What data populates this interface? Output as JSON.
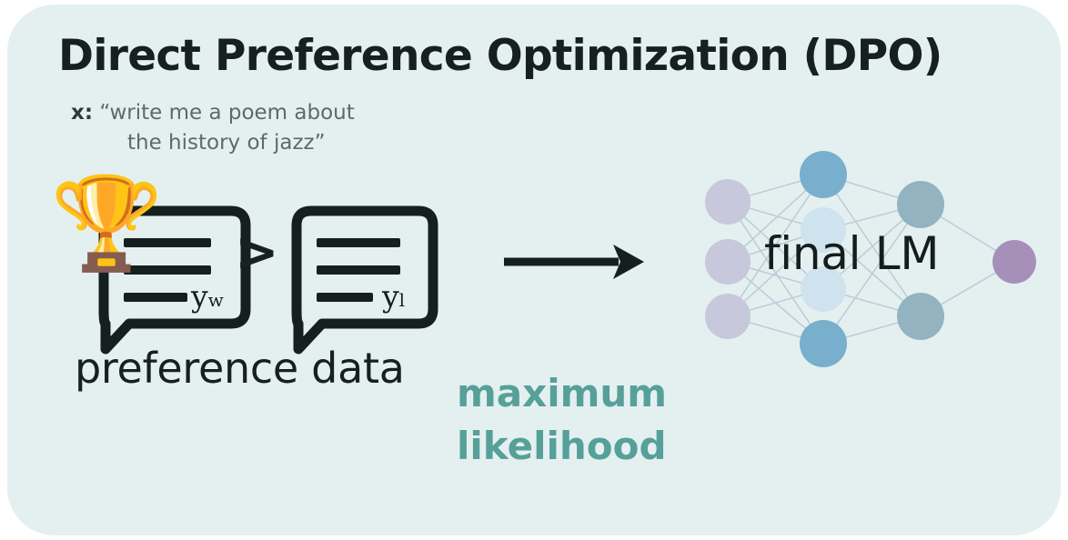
{
  "page": {
    "background": "#ffffff",
    "card_background": "#e4f0f0"
  },
  "header": {
    "title": "Direct Preference Optimization (DPO)"
  },
  "prompt": {
    "variable_label": "x:",
    "text_line1": "“write me a poem about",
    "text_line2": "the history of jazz”",
    "full_text": "x: “write me a poem about the history of jazz”"
  },
  "preference": {
    "trophy_icon": "🏆",
    "winning_bubble_label": "y",
    "winning_bubble_subscript": "w",
    "losing_bubble_label": "y",
    "losing_bubble_subscript": "l",
    "comparison_operator": ">",
    "caption": "preference data"
  },
  "flow": {
    "arrow_direction": "right",
    "objective_line1": "maximum",
    "objective_line2": "likelihood",
    "objective_color": "#57a09a"
  },
  "network": {
    "label": "final LM",
    "colors": {
      "input_node": "#c7c8db",
      "hidden_blue": "#78afcd",
      "hidden_pale": "#cfe3ee",
      "hidden_grayblue": "#93b3c1",
      "output_node": "#a690b9",
      "edge": "#b9cdd6"
    },
    "layers": [
      {
        "name": "input",
        "count": 3
      },
      {
        "name": "hidden-1",
        "count": 4
      },
      {
        "name": "hidden-2",
        "count": 2
      },
      {
        "name": "output",
        "count": 1
      }
    ]
  }
}
